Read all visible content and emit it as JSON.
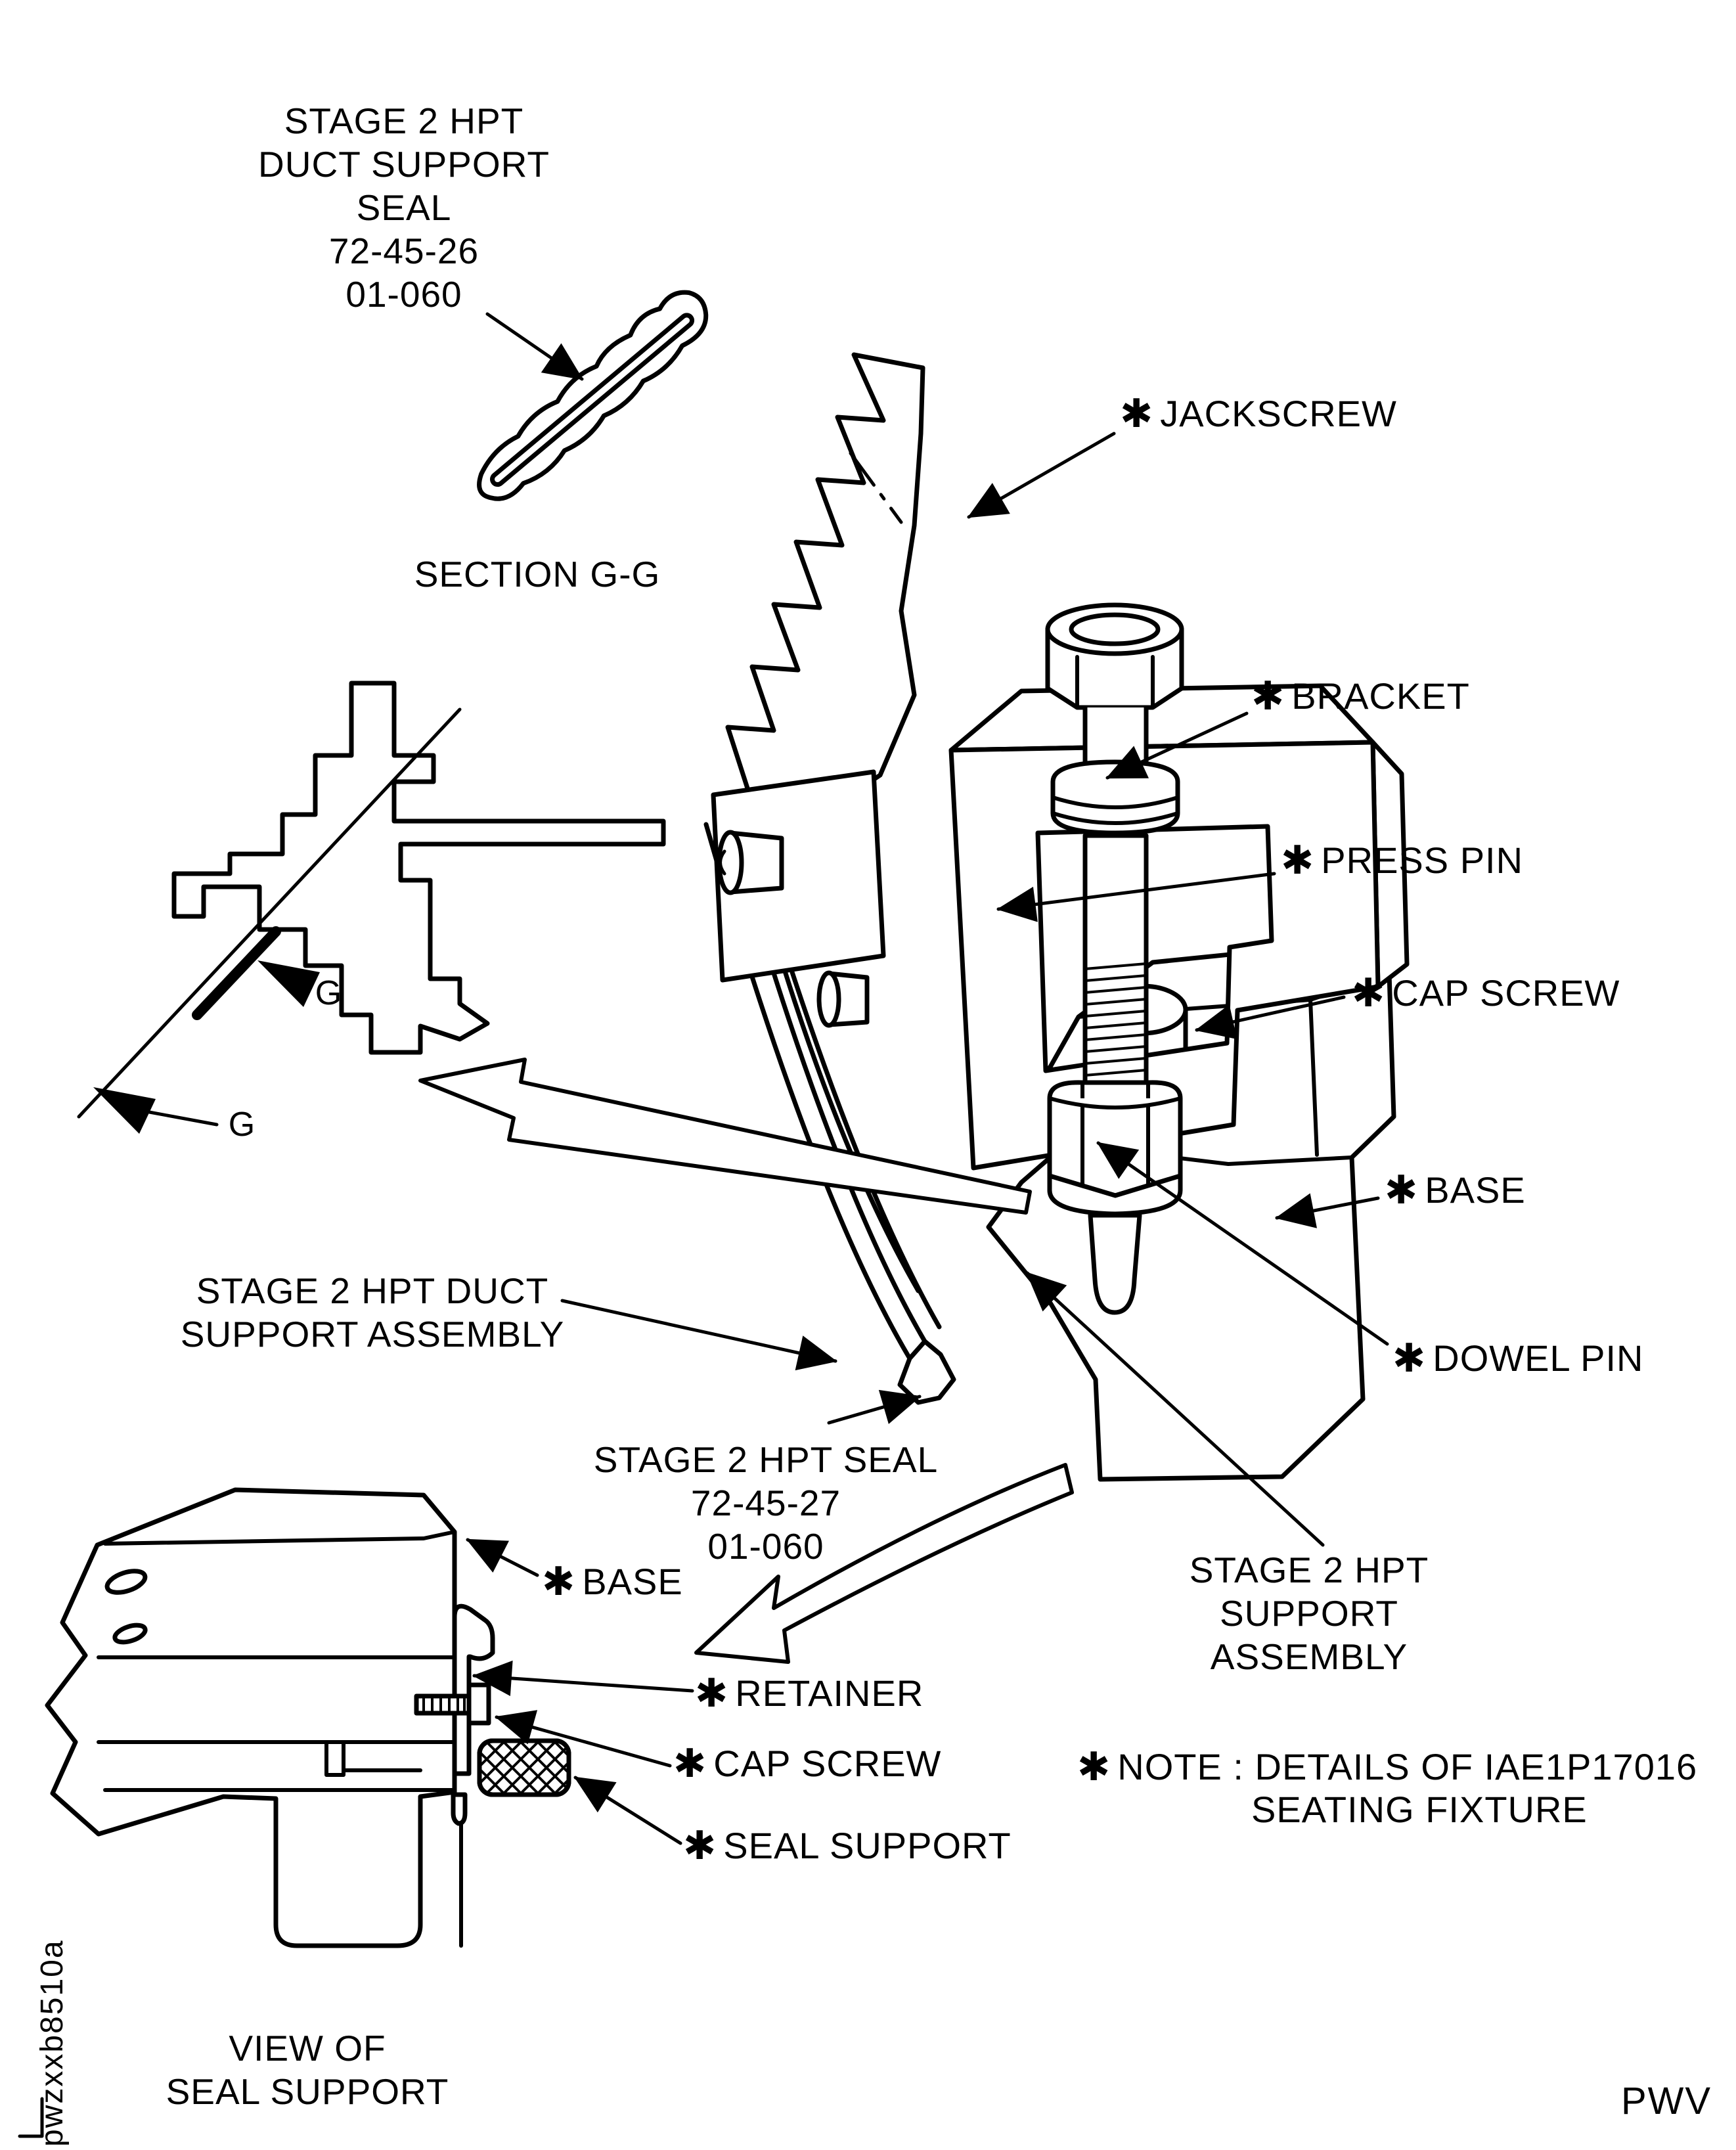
{
  "page": {
    "marker": "✱",
    "footer_code": "PWV",
    "figure_id": "pwzxxb8510a"
  },
  "titles": {
    "duct_support_seal": "STAGE 2 HPT\nDUCT SUPPORT\nSEAL\n72-45-26\n01-060",
    "section_gg": "SECTION G-G",
    "duct_support_assembly": "STAGE 2 HPT DUCT\nSUPPORT ASSEMBLY",
    "hpt_seal": "STAGE 2 HPT SEAL\n72-45-27\n01-060",
    "support_assembly": "STAGE 2 HPT SUPPORT\nASSEMBLY",
    "view_of_seal_support": "VIEW OF\nSEAL SUPPORT",
    "note_line1": "NOTE : DETAILS OF IAE1P17016",
    "note_line2": "SEATING FIXTURE"
  },
  "callouts": {
    "jackscrew": "JACKSCREW",
    "bracket": "BRACKET",
    "press_pin": "PRESS PIN",
    "cap_screw": "CAP SCREW",
    "base": "BASE",
    "dowel_pin": "DOWEL PIN",
    "base_view": "BASE",
    "retainer": "RETAINER",
    "cap_screw_view": "CAP SCREW",
    "seal_support": "SEAL SUPPORT"
  },
  "section_marks": {
    "g_upper": "G",
    "g_lower": "G"
  }
}
